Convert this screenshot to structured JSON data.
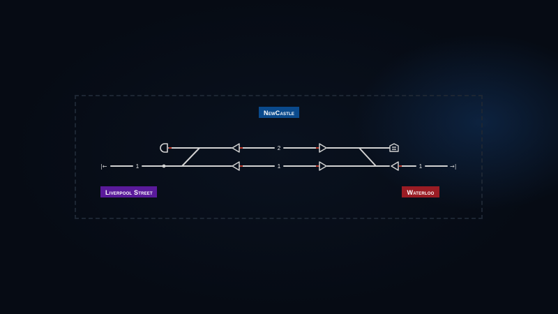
{
  "stations": {
    "top": {
      "name": "NewCastle",
      "color": "#0a4a8c"
    },
    "left": {
      "name": "Liverpool Street",
      "color": "#5a1a9a"
    },
    "right": {
      "name": "Waterloo",
      "color": "#9a1c24"
    }
  },
  "tracks": {
    "upper_mid_label": "2",
    "lower_left_label": "1",
    "lower_mid_label": "1",
    "lower_right_label": "1"
  },
  "edges": {
    "left_arrow": "|←",
    "right_arrow": "→|"
  },
  "colors": {
    "background": "#060b14",
    "track": "#d2d2d2",
    "signal_red": "#c0392b",
    "border": "#1d2633"
  },
  "icons": {
    "upper_left_buffer": "buffer-stop-icon",
    "upper_right_buffer": "depot-icon",
    "signals": "signal-triangle-icon"
  }
}
